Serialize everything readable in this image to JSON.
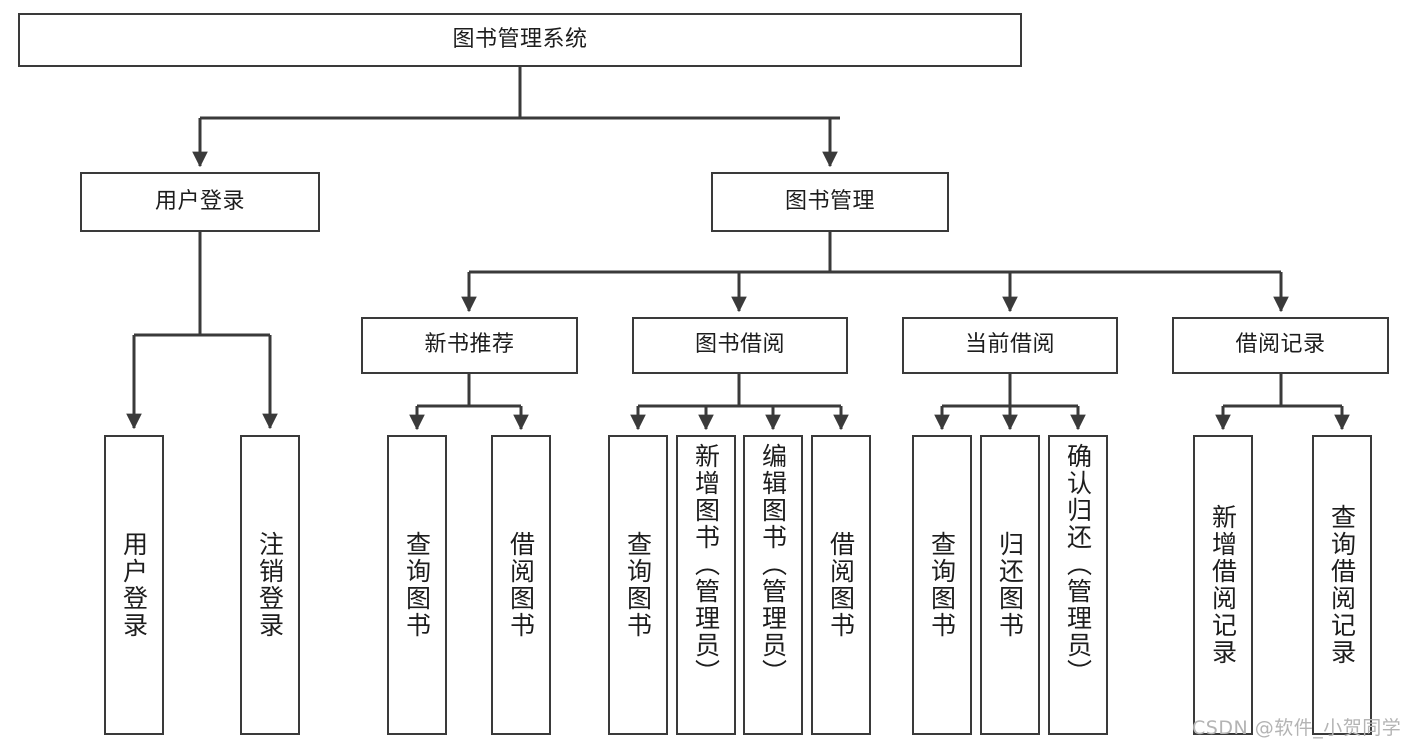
{
  "diagram": {
    "type": "tree-hierarchy",
    "title": "图书管理系统",
    "watermark": "CSDN @软件_小贺同学",
    "stroke_color": "#3a3a3a",
    "text_color": "#1d1d1d",
    "background": "#ffffff"
  },
  "nodes": {
    "root": {
      "label": "图书管理系统",
      "level": 1,
      "orientation": "horizontal"
    },
    "l2": [
      {
        "id": "user-login",
        "label": "用户登录",
        "level": 2,
        "orientation": "horizontal"
      },
      {
        "id": "book-manage",
        "label": "图书管理",
        "level": 2,
        "orientation": "horizontal"
      }
    ],
    "l3": [
      {
        "id": "new-book-rec",
        "label": "新书推荐",
        "level": 3,
        "orientation": "horizontal",
        "parent": "book-manage"
      },
      {
        "id": "book-borrow",
        "label": "图书借阅",
        "level": 3,
        "orientation": "horizontal",
        "parent": "book-manage"
      },
      {
        "id": "current-borrow",
        "label": "当前借阅",
        "level": 3,
        "orientation": "horizontal",
        "parent": "book-manage"
      },
      {
        "id": "borrow-record",
        "label": "借阅记录",
        "level": 3,
        "orientation": "horizontal",
        "parent": "book-manage"
      }
    ],
    "leaves": [
      {
        "id": "leaf-user-login",
        "label": "用户登录",
        "parent": "user-login",
        "orientation": "vertical"
      },
      {
        "id": "leaf-user-logout",
        "label": "注销登录",
        "parent": "user-login",
        "orientation": "vertical"
      },
      {
        "id": "leaf-query-book-1",
        "label": "查询图书",
        "parent": "new-book-rec",
        "orientation": "vertical"
      },
      {
        "id": "leaf-borrow-book-1",
        "label": "借阅图书",
        "parent": "new-book-rec",
        "orientation": "vertical"
      },
      {
        "id": "leaf-query-book-2",
        "label": "查询图书",
        "parent": "book-borrow",
        "orientation": "vertical"
      },
      {
        "id": "leaf-add-book",
        "label": "新增图书（管理员）",
        "parent": "book-borrow",
        "orientation": "vertical"
      },
      {
        "id": "leaf-edit-book",
        "label": "编辑图书（管理员）",
        "parent": "book-borrow",
        "orientation": "vertical"
      },
      {
        "id": "leaf-borrow-book-2",
        "label": "借阅图书",
        "parent": "book-borrow",
        "orientation": "vertical"
      },
      {
        "id": "leaf-query-book-3",
        "label": "查询图书",
        "parent": "current-borrow",
        "orientation": "vertical"
      },
      {
        "id": "leaf-return-book",
        "label": "归还图书",
        "parent": "current-borrow",
        "orientation": "vertical"
      },
      {
        "id": "leaf-confirm-return",
        "label": "确认归还（管理员）",
        "parent": "current-borrow",
        "orientation": "vertical"
      },
      {
        "id": "leaf-add-record",
        "label": "新增借阅记录",
        "parent": "borrow-record",
        "orientation": "vertical"
      },
      {
        "id": "leaf-query-record",
        "label": "查询借阅记录",
        "parent": "borrow-record",
        "orientation": "vertical"
      }
    ]
  }
}
